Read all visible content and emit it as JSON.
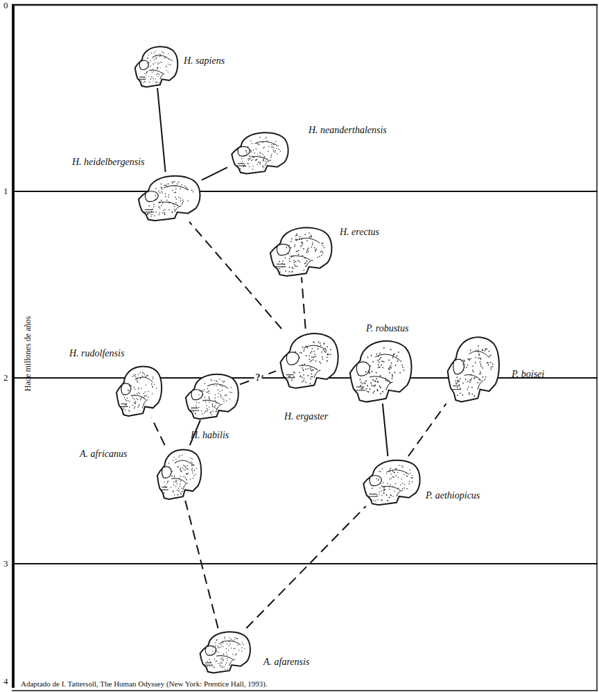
{
  "diagram": {
    "caption": "Adaptado de I. Tattersoll, The Human Odyssey (New York: Prentice Hall, 1993).",
    "nodes": [
      {
        "text": [
          "H. sapiens"
        ]
      },
      {
        "text": [
          "H. heidelbergensis"
        ]
      },
      {
        "text": [
          "H. neanderthalensis"
        ]
      },
      {
        "text": [
          "H. erectus"
        ]
      },
      {
        "text": [
          "H. rudolfensis"
        ]
      },
      {
        "text": [
          "H. habilis"
        ]
      },
      {
        "text": [
          "H. ergaster"
        ]
      },
      {
        "text": [
          "P. robustus"
        ]
      },
      {
        "text": [
          "P. boisei"
        ]
      },
      {
        "text": [
          "A. africanus"
        ]
      },
      {
        "text": [
          "P. aethiopicus"
        ]
      },
      {
        "text": [
          "A. afarensis"
        ]
      }
    ],
    "edges": [
      {
        "from": 11,
        "to": 9,
        "arrow": "none"
      },
      {
        "from": 11,
        "to": 10,
        "arrow": "none"
      },
      {
        "from": 9,
        "to": 4,
        "arrow": "none"
      },
      {
        "from": 9,
        "to": 5,
        "arrow": "none"
      },
      {
        "from": 5,
        "to": 6,
        "label": "?",
        "arrow": "none"
      },
      {
        "from": 10,
        "to": 7,
        "arrow": "none"
      },
      {
        "from": 10,
        "to": 8,
        "arrow": "none"
      },
      {
        "from": 6,
        "to": 3,
        "arrow": "none"
      },
      {
        "from": 6,
        "to": 1,
        "arrow": "none"
      },
      {
        "from": 1,
        "to": 0,
        "arrow": "none"
      },
      {
        "from": 1,
        "to": 2,
        "arrow": "none"
      }
    ],
    "labels": [
      "0",
      "1",
      "2",
      "3",
      "4",
      "Hace millones de años"
    ]
  }
}
